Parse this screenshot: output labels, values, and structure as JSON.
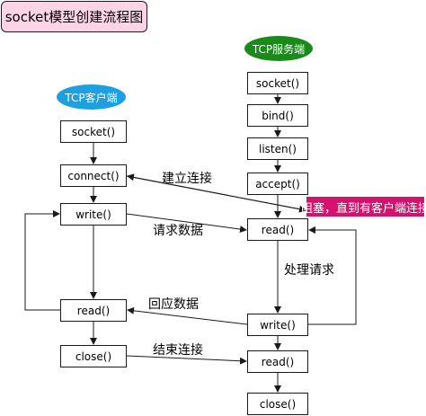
{
  "title": "socket模型创建流程图",
  "client": {
    "header": "TCP客户端",
    "steps": [
      "socket()",
      "connect()",
      "write()",
      "read()",
      "close()"
    ]
  },
  "server": {
    "header": "TCP服务端",
    "steps": [
      "socket()",
      "bind()",
      "listen()",
      "accept()",
      "read()",
      "write()",
      "read()",
      "close()"
    ]
  },
  "labels": {
    "establish": "建立连接",
    "request_data": "请求数据",
    "process_request": "处理请求",
    "response_data": "回应数据",
    "close_connection": "结束连接",
    "blocked": "阻塞，直到有客户端连接"
  },
  "colors": {
    "title_bg": "#fbd5e6",
    "client_header_bg": "#1e9fe0",
    "server_header_bg": "#1a8a1a",
    "blocked_bg": "#d8106e"
  }
}
